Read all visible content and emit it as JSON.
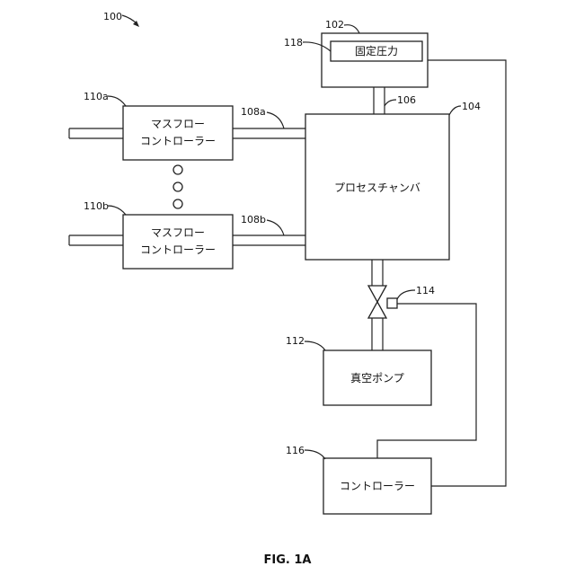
{
  "figure": {
    "ref_main": "100",
    "caption": "FIG. 1A"
  },
  "blocks": {
    "pressure_unit": {
      "ref": "102"
    },
    "fixed_pressure": {
      "ref": "118",
      "label": "固定圧力"
    },
    "chamber": {
      "ref": "104",
      "label": "プロセスチャンバ"
    },
    "mfc_a": {
      "ref": "110a",
      "line1": "マスフロー",
      "line2": "コントローラー"
    },
    "mfc_b": {
      "ref": "110b",
      "line1": "マスフロー",
      "line2": "コントローラー"
    },
    "pump": {
      "ref": "112",
      "label": "真空ポンプ"
    },
    "controller": {
      "ref": "116",
      "label": "コントローラー"
    }
  },
  "connections": {
    "line_a": {
      "ref": "108a"
    },
    "line_b": {
      "ref": "108b"
    },
    "pressure_conduit": {
      "ref": "106"
    },
    "valve": {
      "ref": "114"
    }
  }
}
